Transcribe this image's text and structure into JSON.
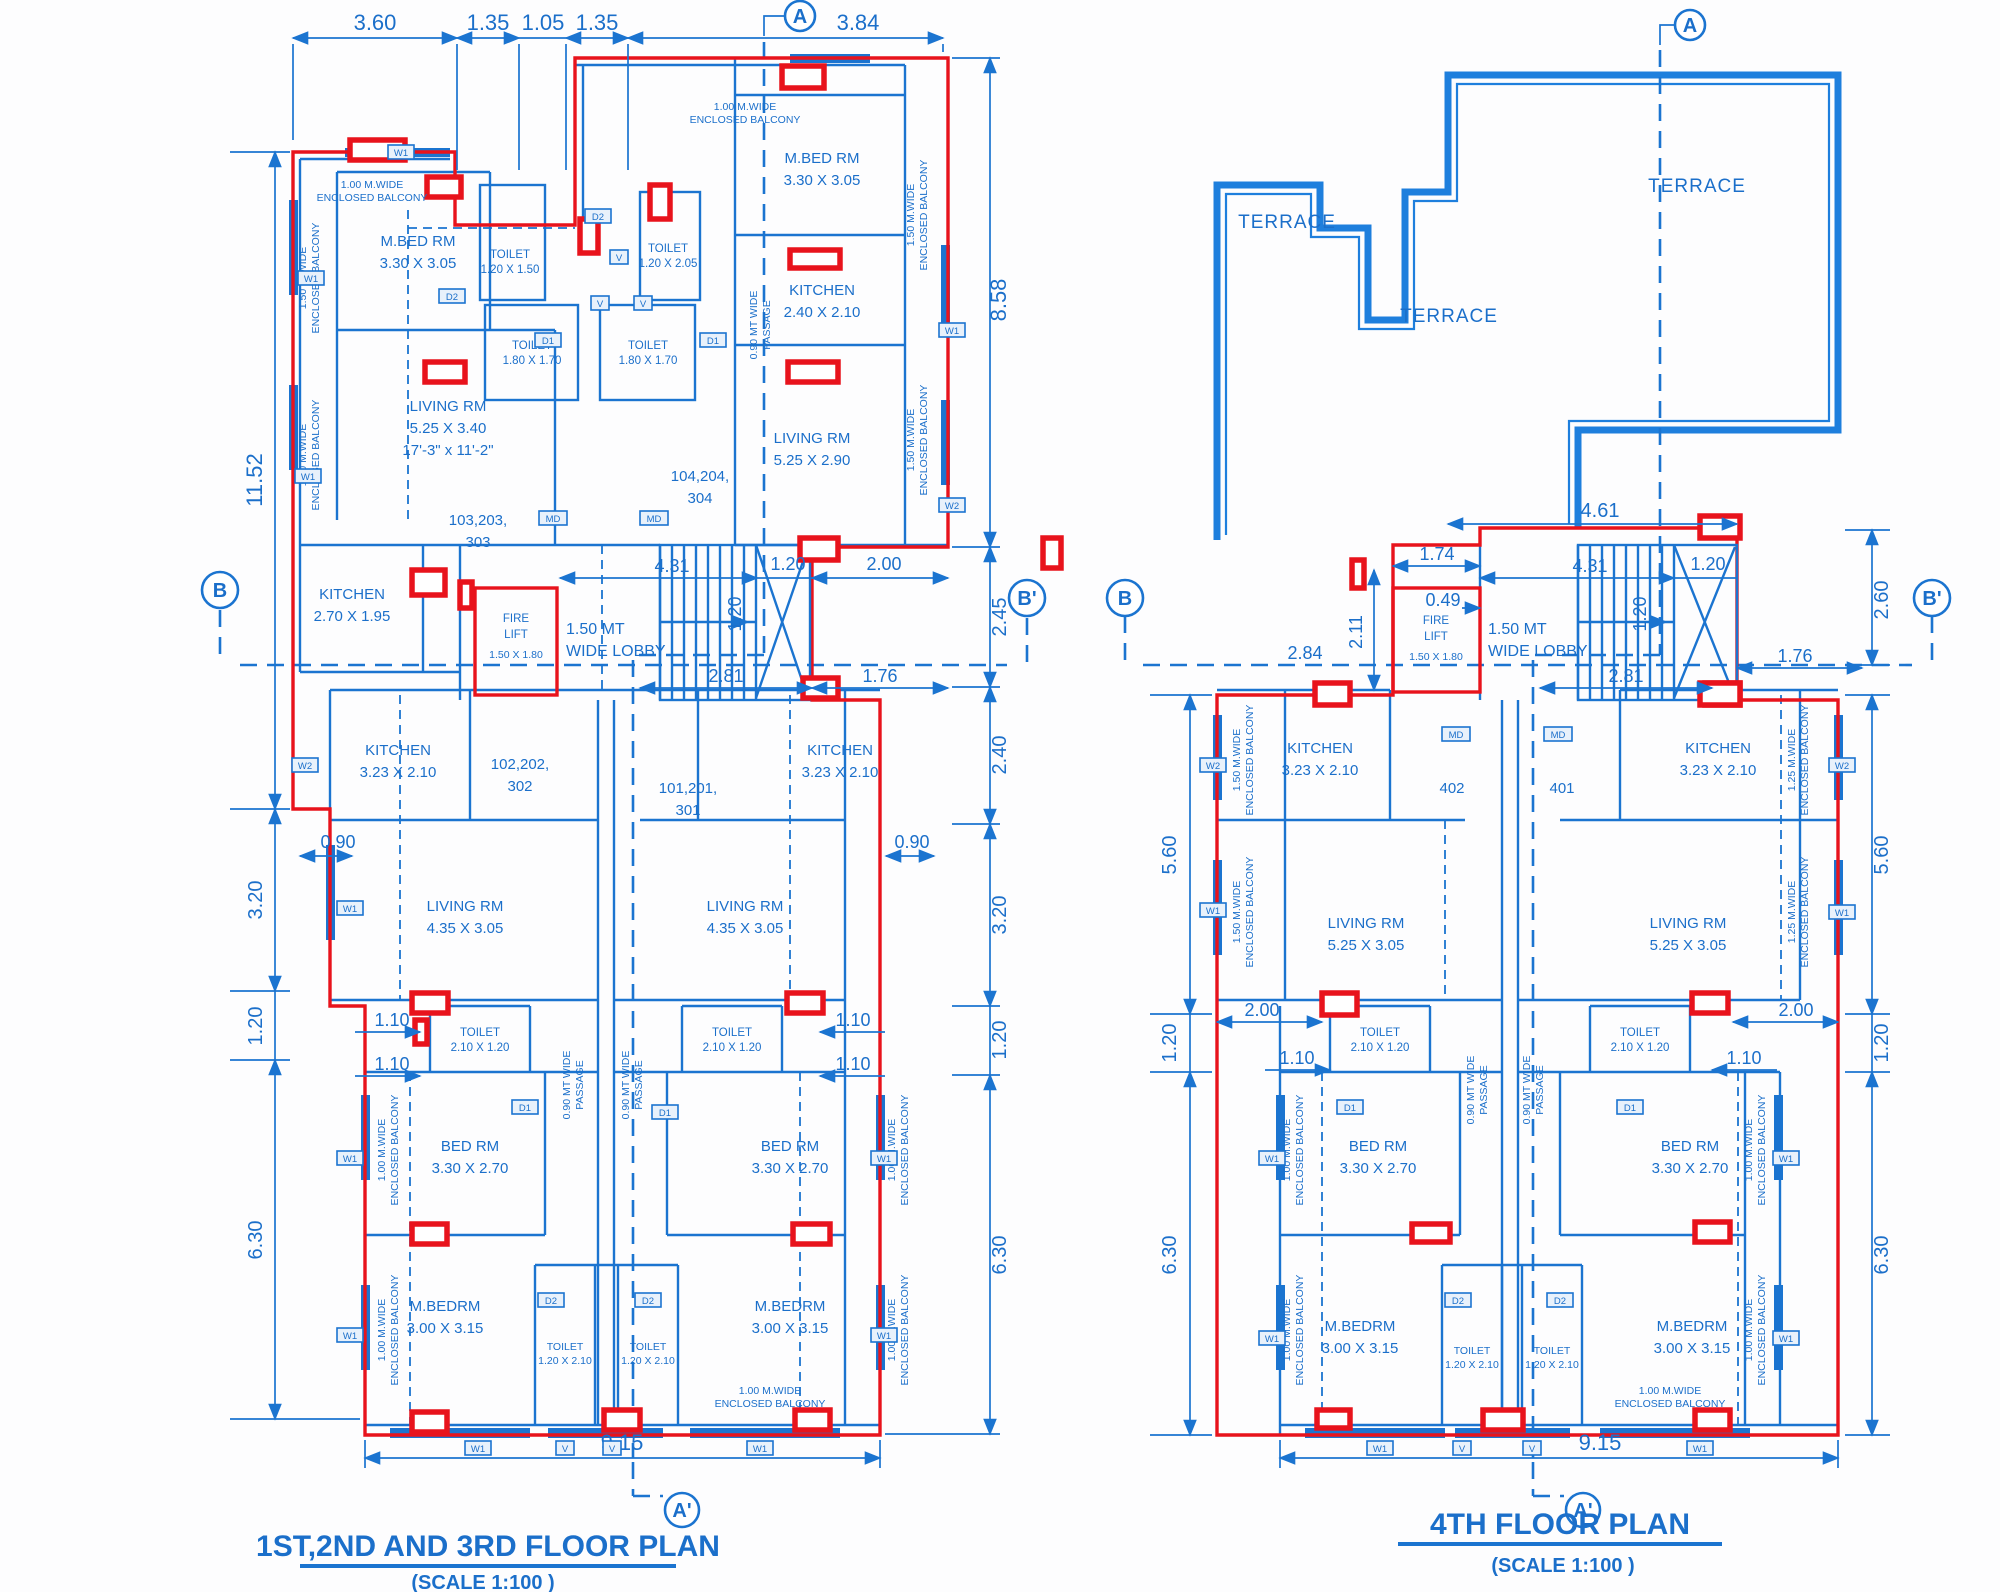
{
  "colors": {
    "blue": "#1b74d0",
    "red": "#e8131c",
    "text_blue": "#1b6fca",
    "background": "#fdfdfe"
  },
  "shared": {
    "rooms": {
      "mbed": "M.BED RM",
      "mbed_sz": "3.30 X 3.05",
      "mbedrm": "M.BEDRM",
      "mbedrm_sz": "3.00 X 3.15",
      "bed": "BED RM",
      "bed_sz": "3.30 X 2.70",
      "living": "LIVING RM",
      "liv_sz_103": "5.25 X 3.40",
      "liv_ft_103": "17'-3\" x 11'-2\"",
      "liv_sz_104": "5.25 X 2.90",
      "liv_sz_low": "4.35 X 3.05",
      "liv_sz_4th": "5.25 X 3.05",
      "kitchen": "KITCHEN",
      "kit_sz_103": "2.70 X 1.95",
      "kit_sz_104": "2.40 X 2.10",
      "kit_sz_low": "3.23 X 2.10",
      "toilet": "TOILET",
      "toi_sz_a": "1.20 X 1.50",
      "toi_sz_b": "1.20 X 2.05",
      "toi_sz_c": "1.80 X 1.70",
      "toi_sz_d": "2.10 X 1.20",
      "toi_sz_e": "1.20 X 2.10",
      "fire": "FIRE",
      "lift": "LIFT",
      "lift_sz": "1.50 X 1.80",
      "lobby1": "1.50 MT",
      "lobby2": "WIDE LOBBY",
      "terrace": "TERRACE"
    },
    "balc": {
      "w100": "1.00 M.WIDE",
      "w150": "1.50 M.WIDE",
      "w125": "1.25 M.WIDE",
      "encl": "ENCLOSED BALCONY",
      "pass1": "0.90 MT WIDE",
      "pass2": "PASSAGE"
    },
    "tags": {
      "w1": "W1",
      "w2": "W2",
      "d1": "D1",
      "d2": "D2",
      "v": "V",
      "md": "MD"
    },
    "mk": {
      "a": "A",
      "a2": "A'",
      "b": "B",
      "b2": "B'"
    },
    "dims": {
      "v049": "0.49",
      "v090": "0.90",
      "v105": "1.05",
      "v110": "1.10",
      "v120": "1.20",
      "v135": "1.35",
      "v174": "1.74",
      "v176": "1.76",
      "v200": "2.00",
      "v211": "2.11",
      "v240": "2.40",
      "v245": "2.45",
      "v260": "2.60",
      "v281": "2.81",
      "v284": "2.84",
      "v320": "3.20",
      "v360": "3.60",
      "v384": "3.84",
      "v431": "4.31",
      "v461": "4.61",
      "v560": "5.60",
      "v630": "6.30",
      "v858": "8.58",
      "v915": "9.15",
      "v1152": "11.52"
    }
  },
  "plan1": {
    "title": "1ST,2ND AND 3RD FLOOR PLAN",
    "scale": "(SCALE 1:100 )",
    "u103a": "103,203,",
    "u103b": "303",
    "u104a": "104,204,",
    "u104b": "304",
    "u102a": "102,202,",
    "u102b": "302",
    "u101a": "101,201,",
    "u101b": "301"
  },
  "plan2": {
    "title": "4TH FLOOR PLAN",
    "scale": "(SCALE 1:100 )",
    "u402": "402",
    "u401": "401"
  }
}
